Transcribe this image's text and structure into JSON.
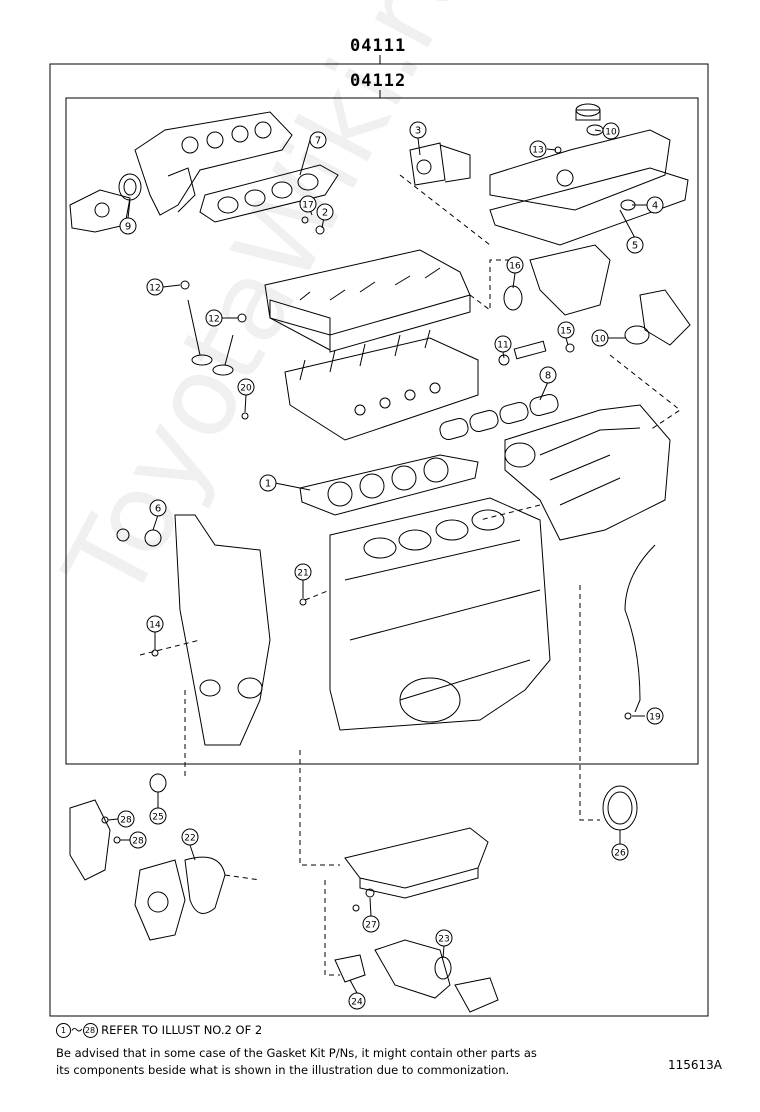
{
  "header": {
    "kit_code": "04111",
    "sub_kit_code": "04112"
  },
  "watermark": "ToyotaWiki.ru",
  "callouts": [
    {
      "num": "1",
      "part": "cylinder-head-gasket"
    },
    {
      "num": "2",
      "part": "gasket"
    },
    {
      "num": "3",
      "part": "gasket"
    },
    {
      "num": "4",
      "part": "seal-ring"
    },
    {
      "num": "5",
      "part": "cylinder-head-cover-gasket"
    },
    {
      "num": "6",
      "part": "gasket"
    },
    {
      "num": "7",
      "part": "exhaust-manifold-gasket"
    },
    {
      "num": "8",
      "part": "intake-manifold-gasket"
    },
    {
      "num": "9",
      "part": "oil-seal"
    },
    {
      "num": "10",
      "part": "gasket"
    },
    {
      "num": "10",
      "part": "ring"
    },
    {
      "num": "11",
      "part": "plug"
    },
    {
      "num": "12",
      "part": "valve-stem-seal"
    },
    {
      "num": "12",
      "part": "valve-stem-seal"
    },
    {
      "num": "13",
      "part": "gasket"
    },
    {
      "num": "14",
      "part": "o-ring"
    },
    {
      "num": "15",
      "part": "o-ring"
    },
    {
      "num": "16",
      "part": "gasket"
    },
    {
      "num": "17",
      "part": "gasket"
    },
    {
      "num": "19",
      "part": "o-ring"
    },
    {
      "num": "20",
      "part": "o-ring"
    },
    {
      "num": "21",
      "part": "o-ring"
    },
    {
      "num": "22",
      "part": "gasket"
    },
    {
      "num": "23",
      "part": "gasket"
    },
    {
      "num": "24",
      "part": "gasket"
    },
    {
      "num": "25",
      "part": "oil-seal"
    },
    {
      "num": "26",
      "part": "rear-oil-seal"
    },
    {
      "num": "27",
      "part": "gasket"
    },
    {
      "num": "28",
      "part": "o-ring"
    },
    {
      "num": "28",
      "part": "o-ring"
    }
  ],
  "notes": {
    "ref_start": "1",
    "ref_tilde": "～",
    "ref_end": "28",
    "ref_text": "REFER TO ILLUST NO.2 OF 2",
    "advisory_line1": "Be advised that in some case of the Gasket Kit P/Ns,  it might contain other parts as",
    "advisory_line2": "its components beside what is shown in the illustration due to commonization."
  },
  "illustration_id": "115613A"
}
